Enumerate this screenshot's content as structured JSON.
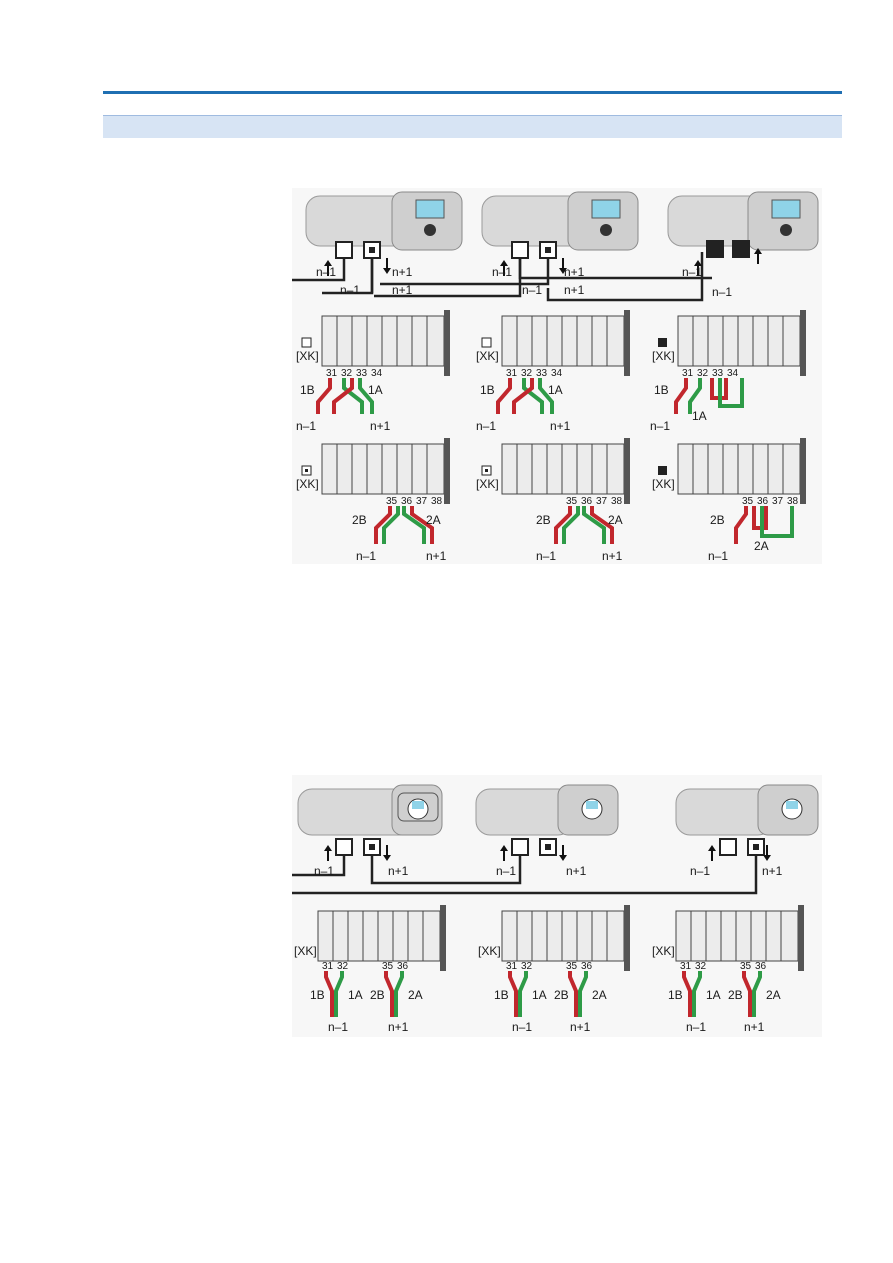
{
  "labels": {
    "n_minus_1": "n–1",
    "n_plus_1": "n+1",
    "xk": "[XK]",
    "one_b": "1B",
    "one_a": "1A",
    "two_b": "2B",
    "two_a": "2A",
    "t31": "31",
    "t32": "32",
    "t33": "33",
    "t34": "34",
    "t35": "35",
    "t36": "36",
    "t37": "37",
    "t38": "38"
  },
  "colors": {
    "header_rule": "#1f6fb2",
    "header_band": "#d7e4f4",
    "wire_red": "#c1272d",
    "wire_green": "#2e9b47"
  }
}
